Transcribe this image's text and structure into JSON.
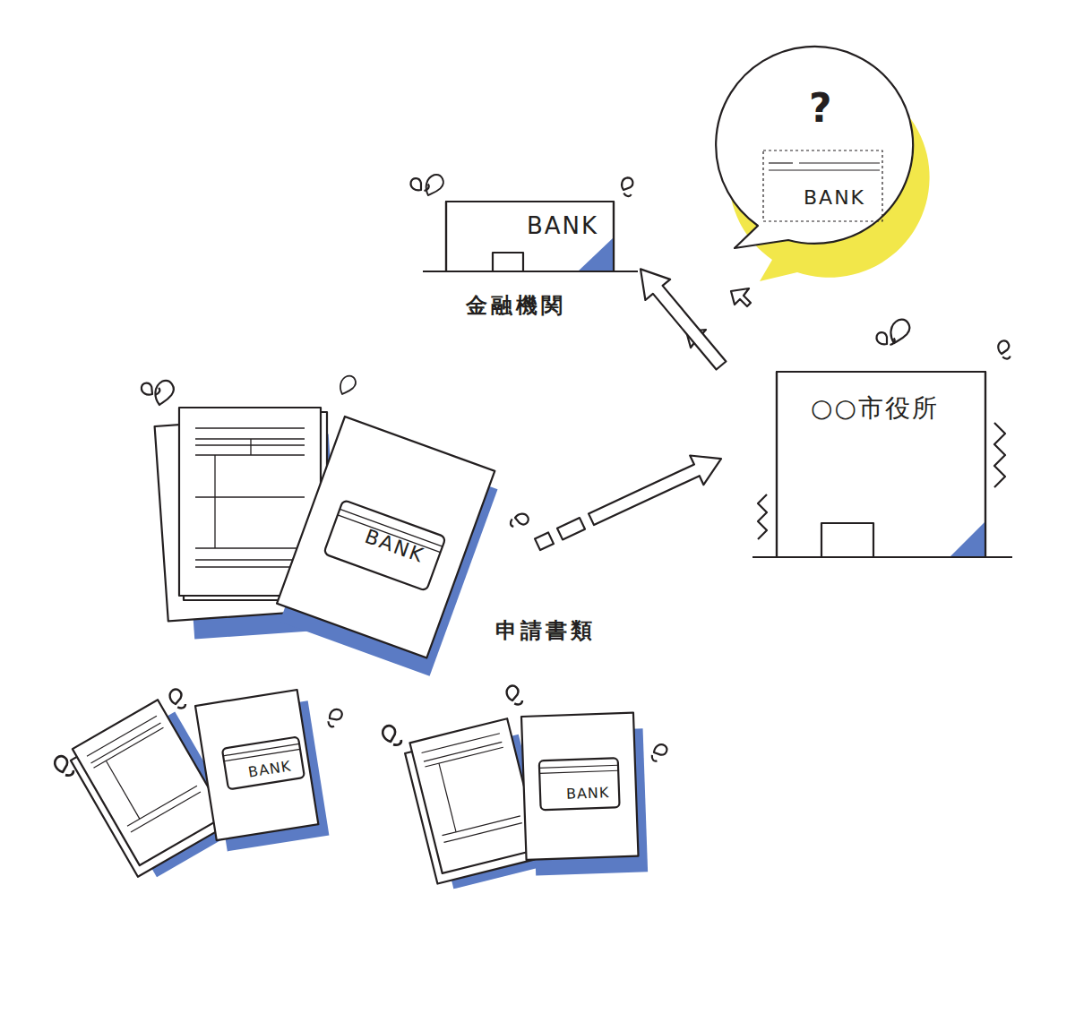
{
  "diagram": {
    "nodes": [
      {
        "text": [
          "BANK",
          "金融機関"
        ]
      },
      {
        "text": [
          "?",
          "BANK"
        ]
      },
      {
        "text": [
          "BANK"
        ]
      },
      {
        "text": [
          "○○市役所"
        ]
      },
      {
        "text": [
          "BANK"
        ]
      },
      {
        "text": [
          "BANK"
        ]
      }
    ],
    "edges": [
      {
        "from": 2,
        "to": 3,
        "arrow": "to"
      },
      {
        "from": 3,
        "to": 0,
        "arrow": "to"
      }
    ],
    "labels": [
      "申請書類"
    ]
  }
}
